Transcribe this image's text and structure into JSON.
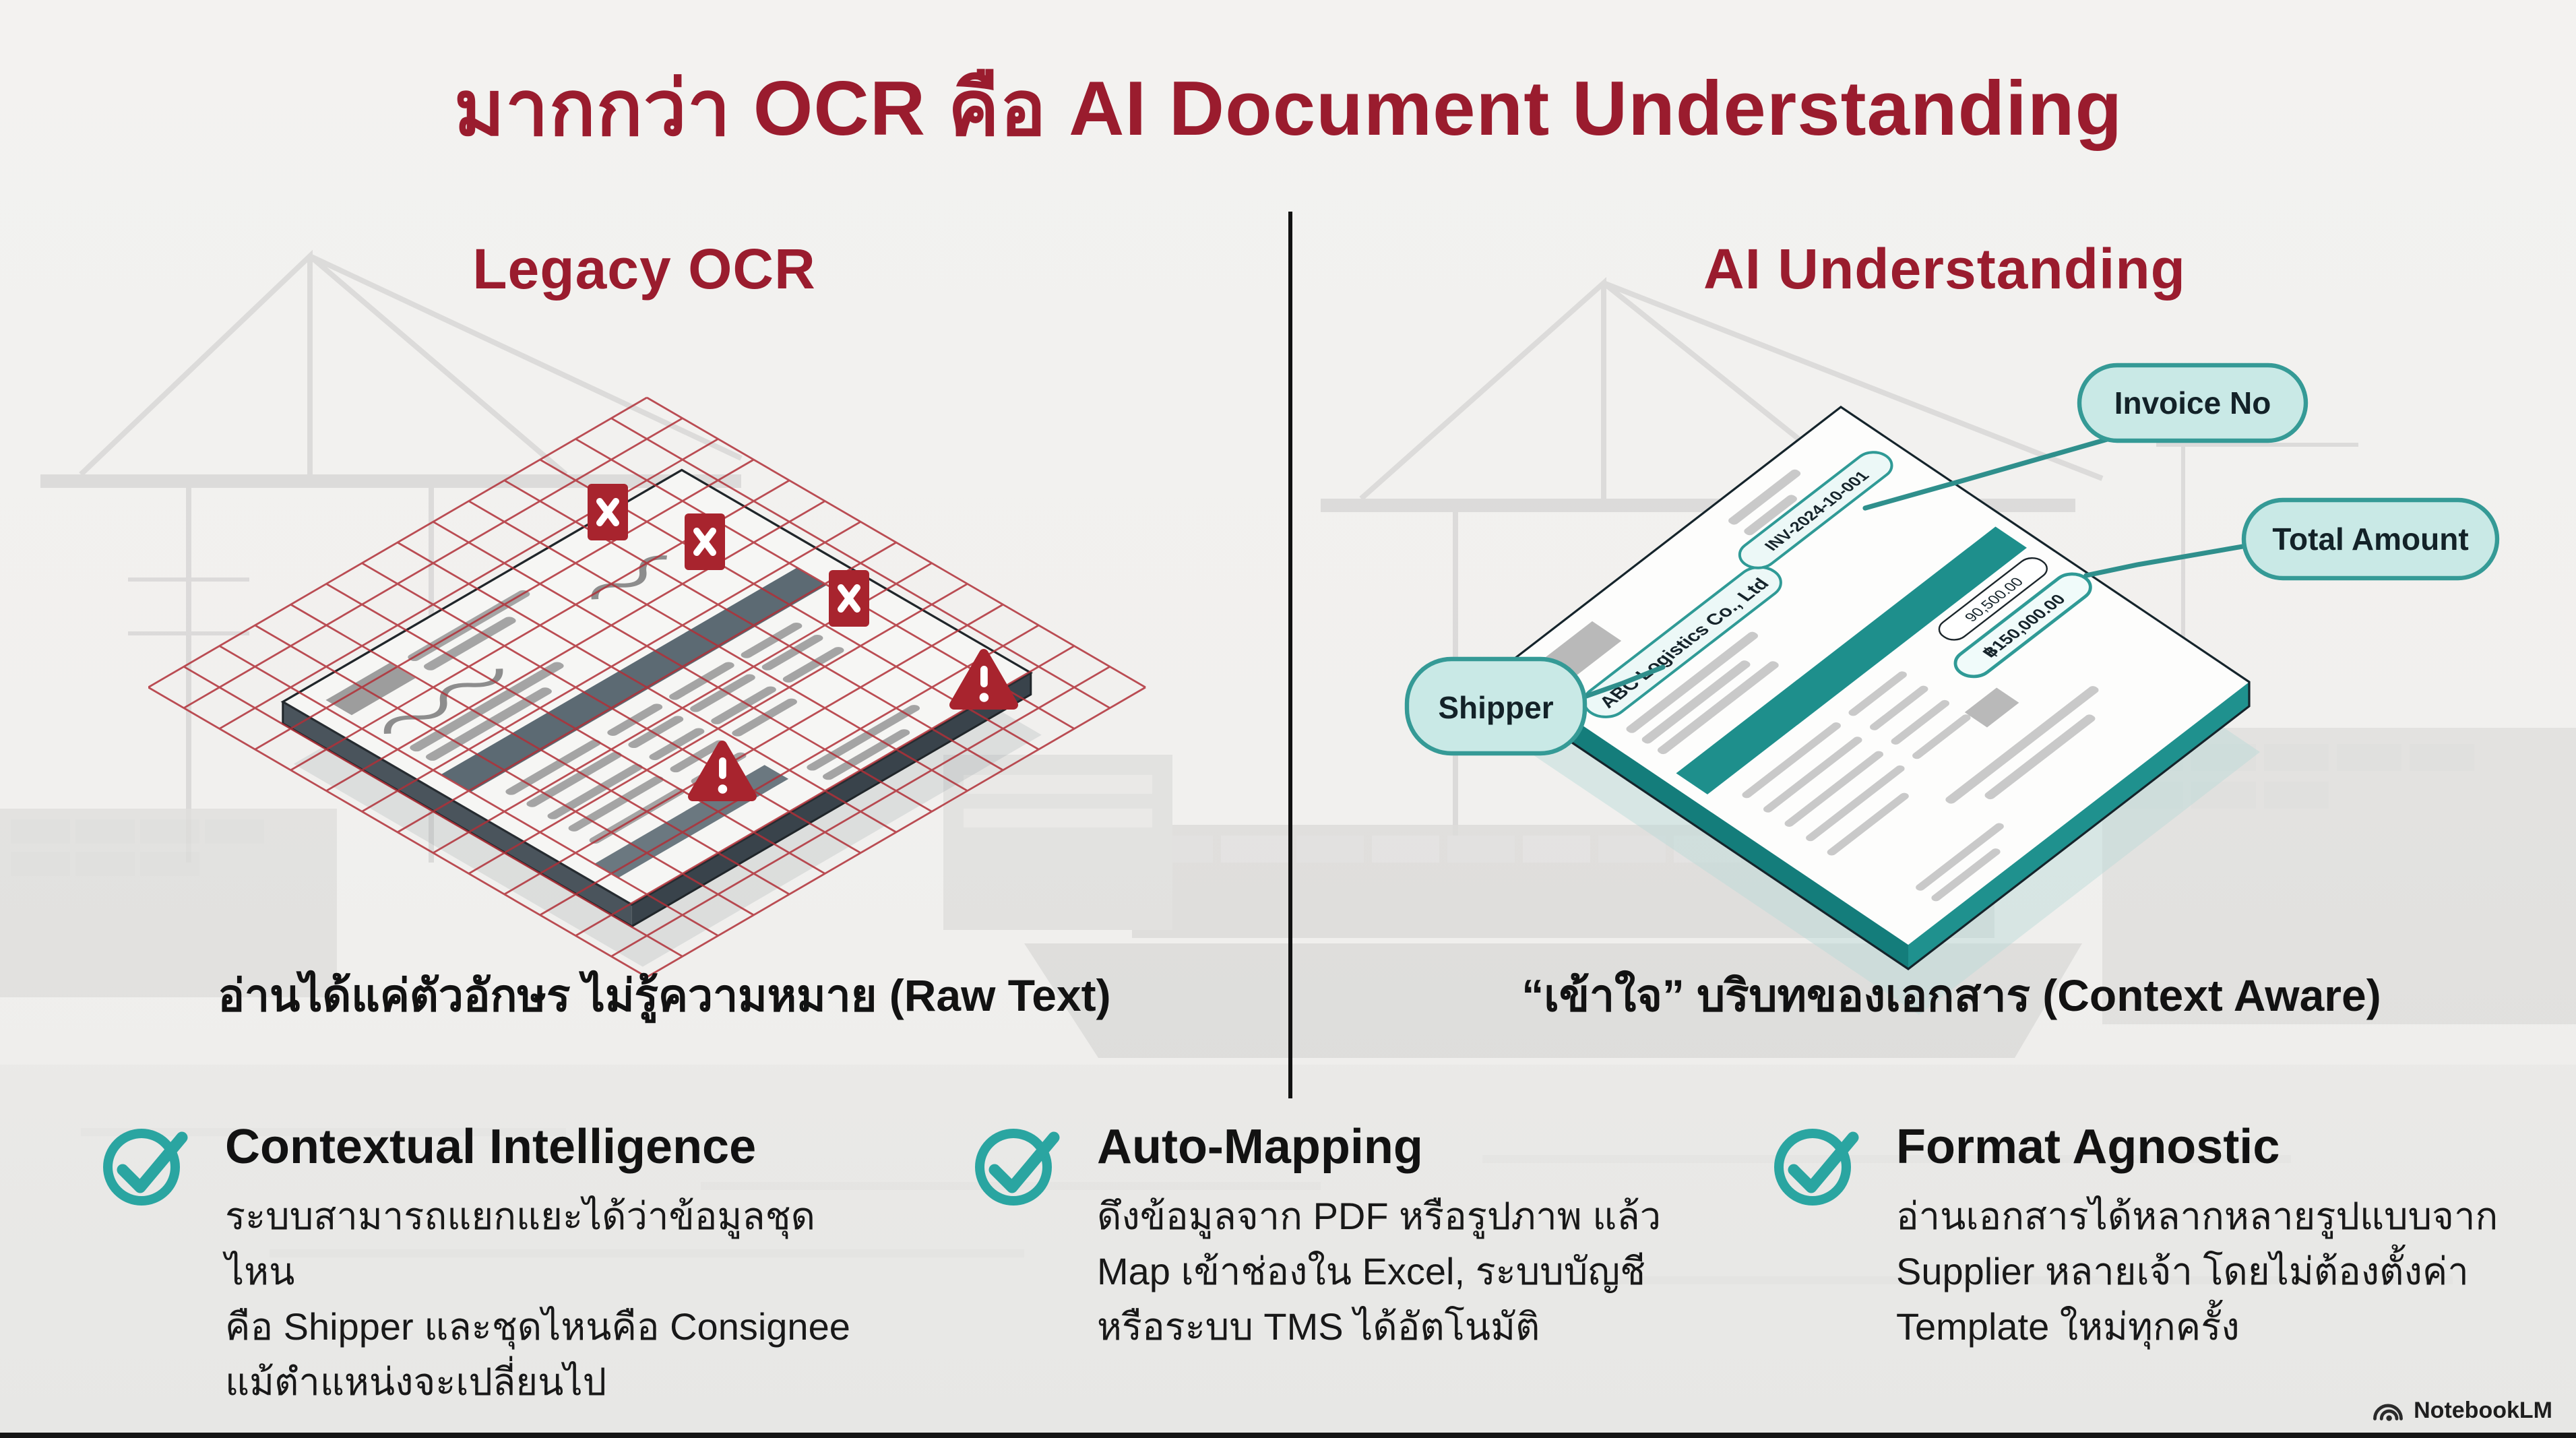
{
  "page": {
    "title": "มากกว่า OCR คือ AI Document Understanding"
  },
  "panels": {
    "legacy": {
      "heading": "Legacy OCR",
      "caption": "อ่านได้แค่ตัวอักษร ไม่รู้ความหมาย (Raw Text)"
    },
    "ai": {
      "heading": "AI Understanding",
      "caption": "“เข้าใจ” บริบทของเอกสาร (Context Aware)",
      "callouts": {
        "invoice_no": "Invoice No",
        "total_amount": "Total Amount",
        "shipper": "Shipper"
      },
      "document_labels": {
        "company": "ABC Logistics Co., Ltd",
        "invoice_number": "INV-2024-10-001",
        "subtotal": "90,500.00",
        "total": "฿150,000.00"
      }
    }
  },
  "features": [
    {
      "title": "Contextual Intelligence",
      "lines": [
        "ระบบสามารถแยกแยะได้ว่าข้อมูลชุดไหน",
        "คือ Shipper และชุดไหนคือ Consignee",
        "แม้ตำแหน่งจะเปลี่ยนไป"
      ]
    },
    {
      "title": "Auto-Mapping",
      "lines": [
        "ดึงข้อมูลจาก PDF หรือรูปภาพ แล้ว",
        "Map เข้าช่องใน Excel, ระบบบัญชี",
        "หรือระบบ TMS ได้อัตโนมัติ"
      ]
    },
    {
      "title": "Format Agnostic",
      "lines": [
        "อ่านเอกสารได้หลากหลายรูปแบบจาก",
        "Supplier หลายเจ้า โดยไม่ต้องตั้งค่า",
        "Template ใหม่ทุกครั้ง"
      ]
    }
  ],
  "footer": {
    "brand": "NotebookLM"
  },
  "colors": {
    "title_maroon": "#9a1c2e",
    "alert_red": "#a8242e",
    "grid_red": "#b13038",
    "accent_teal": "#2a9d99",
    "bubble_fill": "#c9e9e6",
    "bubble_border": "#359a96",
    "text_dark": "#141414"
  }
}
